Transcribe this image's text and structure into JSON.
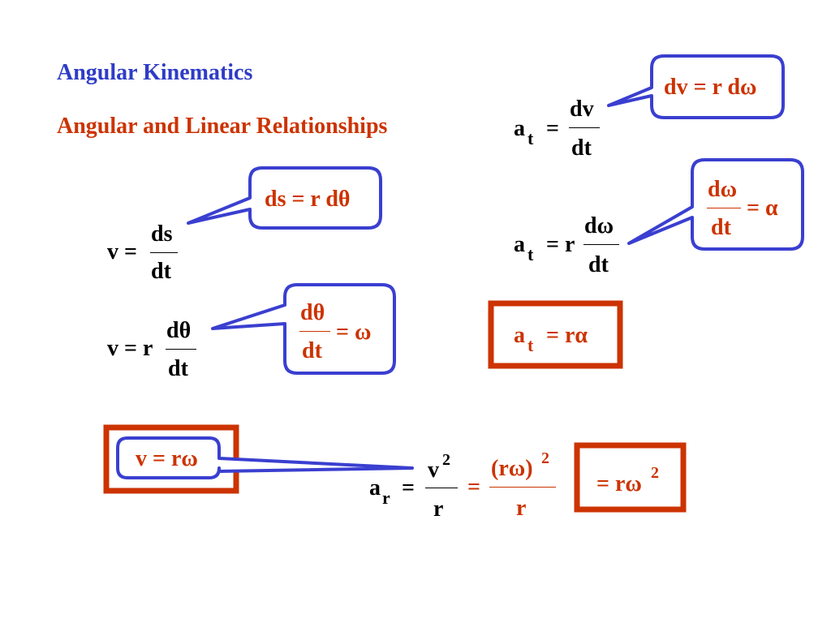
{
  "colors": {
    "title_blue": "#2e3cc6",
    "accent_red": "#cc3300",
    "callout_border": "#3a3fd0",
    "text": "#000000"
  },
  "title": "Angular Kinematics",
  "subtitle": "Angular and Linear Relationships",
  "eq_v_ds": {
    "lhs": "v =",
    "num": "ds",
    "den": "dt"
  },
  "callout_ds": {
    "text": "ds = r dθ"
  },
  "eq_v_dtheta": {
    "lhs": "v = r",
    "num": "dθ",
    "den": "dt"
  },
  "callout_omega": {
    "num": "dθ",
    "den": "dt",
    "rhs": "= ω"
  },
  "result_v": {
    "text": "v = rω"
  },
  "eq_at_dv": {
    "a": "a",
    "sub": "t",
    "eq": "=",
    "num": "dv",
    "den": "dt"
  },
  "callout_dv": {
    "text": "dv = r dω"
  },
  "eq_at_domega": {
    "a": "a",
    "sub": "t",
    "eq": "= r",
    "num": "dω",
    "den": "dt"
  },
  "callout_alpha": {
    "num": "dω",
    "den": "dt",
    "rhs": "= α"
  },
  "result_at": {
    "a": "a",
    "sub": "t",
    "rhs": "= rα"
  },
  "eq_ar": {
    "a": "a",
    "sub": "r",
    "eq": "=",
    "num_base": "v",
    "num_exp": "2",
    "den": "r",
    "eq2": "=",
    "num2_base": "(rω)",
    "num2_exp": "2",
    "den2": "r"
  },
  "result_ar": {
    "base": "= rω",
    "exp": "2"
  }
}
